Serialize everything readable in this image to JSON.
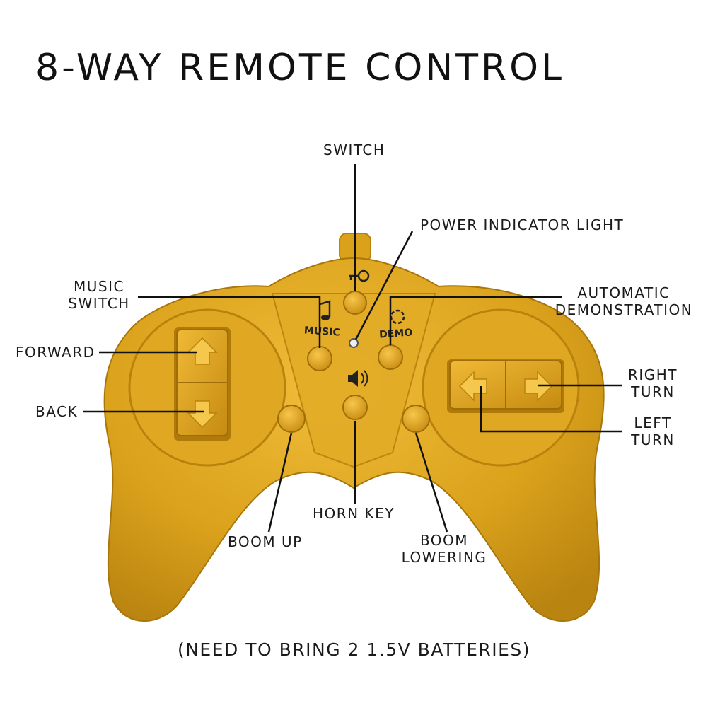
{
  "title": "8-WAY REMOTE CONTROL",
  "labels": {
    "switch": "SWITCH",
    "power_indicator": "POWER INDICATOR LIGHT",
    "music_switch_line1": "MUSIC",
    "music_switch_line2": "SWITCH",
    "automatic_demo_line1": "AUTOMATIC",
    "automatic_demo_line2": "DEMONSTRATION",
    "forward": "FORWARD",
    "back": "BACK",
    "right_turn_line1": "RIGHT",
    "right_turn_line2": "TURN",
    "left_turn_line1": "LEFT",
    "left_turn_line2": "TURN",
    "horn_key": "HORN KEY",
    "boom_up": "BOOM UP",
    "boom_lowering_line1": "BOOM",
    "boom_lowering_line2": "LOWERING"
  },
  "controller": {
    "music_text": "MUSIC",
    "demo_text": "DEMO",
    "body_color": "#d9a21a",
    "body_shadow": "#b8820c",
    "icons": [
      "key-icon",
      "music-note-icon",
      "demo-circle-icon",
      "speaker-icon",
      "arrow-up-icon",
      "arrow-down-icon",
      "arrow-left-icon",
      "arrow-right-icon"
    ]
  },
  "footer": "(NEED TO BRING 2 1.5V BATTERIES)"
}
